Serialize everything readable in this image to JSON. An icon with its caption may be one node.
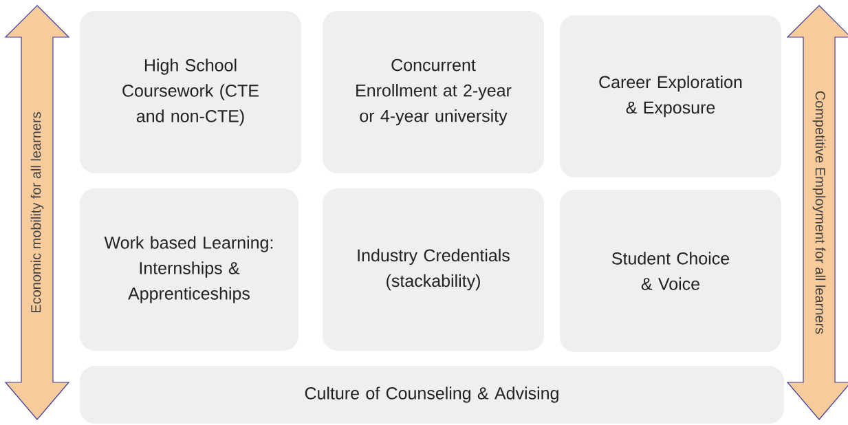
{
  "diagram": {
    "nodes": [
      {
        "text": [
          "Economic mobility for all learners"
        ]
      },
      {
        "text": [
          "High School Coursework (CTE and non-CTE)"
        ]
      },
      {
        "text": [
          "Concurrent Enrollment at 2-year or 4-year university"
        ]
      },
      {
        "text": [
          "Career Exploration & Exposure"
        ]
      },
      {
        "text": [
          "Competitive Employment for all learners"
        ]
      },
      {
        "text": [
          "Work based Learning: Internships & Apprenticeships"
        ]
      },
      {
        "text": [
          "Industry Credentials (stackability)"
        ]
      },
      {
        "text": [
          "Student Choice & Voice"
        ]
      },
      {
        "text": [
          "Culture of Counseling & Advising"
        ]
      }
    ]
  }
}
